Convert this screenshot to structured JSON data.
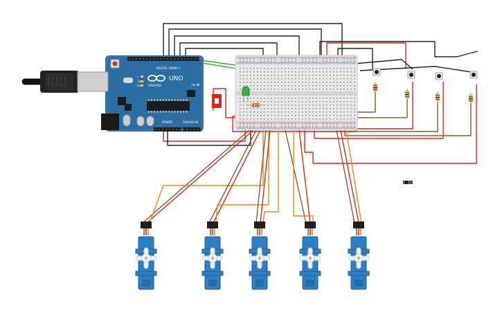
{
  "arduino": {
    "brand": "ARDUINO",
    "model": "UNO",
    "digital_header": "DIGITAL (PWM~)",
    "power_header": "POWER",
    "analog_header": "ANALOG IN",
    "pin_labels": {
      "tx": "TX",
      "rx": "RX",
      "l": "L",
      "on": "ON",
      "aref": "AREF",
      "gnd": "GND"
    }
  },
  "components": {
    "servo_count": 5,
    "pushbutton_count": 4,
    "resistor_count": 5,
    "led_color": "green",
    "switch_color": "red"
  },
  "colors": {
    "board": "#2a6ea3",
    "breadboard": "#e8e8e8",
    "servo_body": "#2d7fc4",
    "wire_black": "#222222",
    "wire_red": "#d9271c",
    "wire_brown": "#8a5a2b",
    "wire_orange": "#e08b10",
    "wire_green": "#3aaa35",
    "led": "#3cb043",
    "slide_switch": "#d9271c"
  }
}
